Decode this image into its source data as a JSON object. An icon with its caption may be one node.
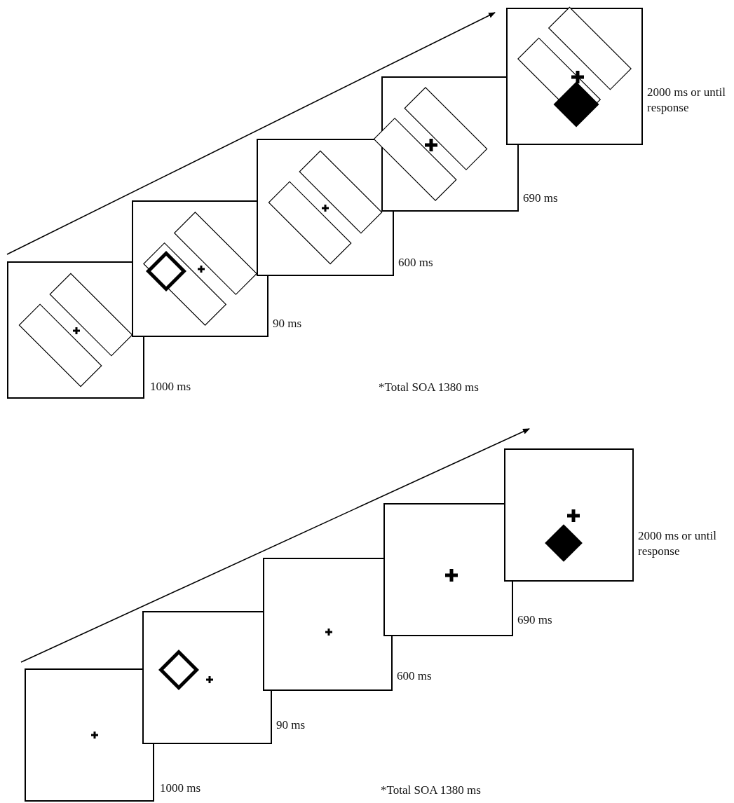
{
  "diagram": {
    "nodes": [
      {
        "text": [],
        "shape": "box",
        "beside": [
          "1000 ms"
        ]
      },
      {
        "text": [],
        "shape": "box",
        "beside": [
          "90 ms"
        ]
      },
      {
        "text": [],
        "shape": "box",
        "beside": [
          "600 ms"
        ]
      },
      {
        "text": [],
        "shape": "box",
        "beside": [
          "690 ms"
        ]
      },
      {
        "text": [],
        "shape": "box",
        "beside": [
          "2000 ms or until response"
        ]
      },
      {
        "text": [],
        "shape": "box",
        "beside": [
          "1000 ms"
        ]
      },
      {
        "text": [],
        "shape": "box",
        "beside": [
          "90 ms"
        ]
      },
      {
        "text": [],
        "shape": "box",
        "beside": [
          "600 ms"
        ]
      },
      {
        "text": [],
        "shape": "box",
        "beside": [
          "690 ms"
        ]
      },
      {
        "text": [],
        "shape": "box",
        "beside": [
          "2000 ms or until response"
        ]
      }
    ],
    "labels": [
      "*Total SOA 1380 ms",
      "*Total SOA 1380 ms"
    ]
  }
}
